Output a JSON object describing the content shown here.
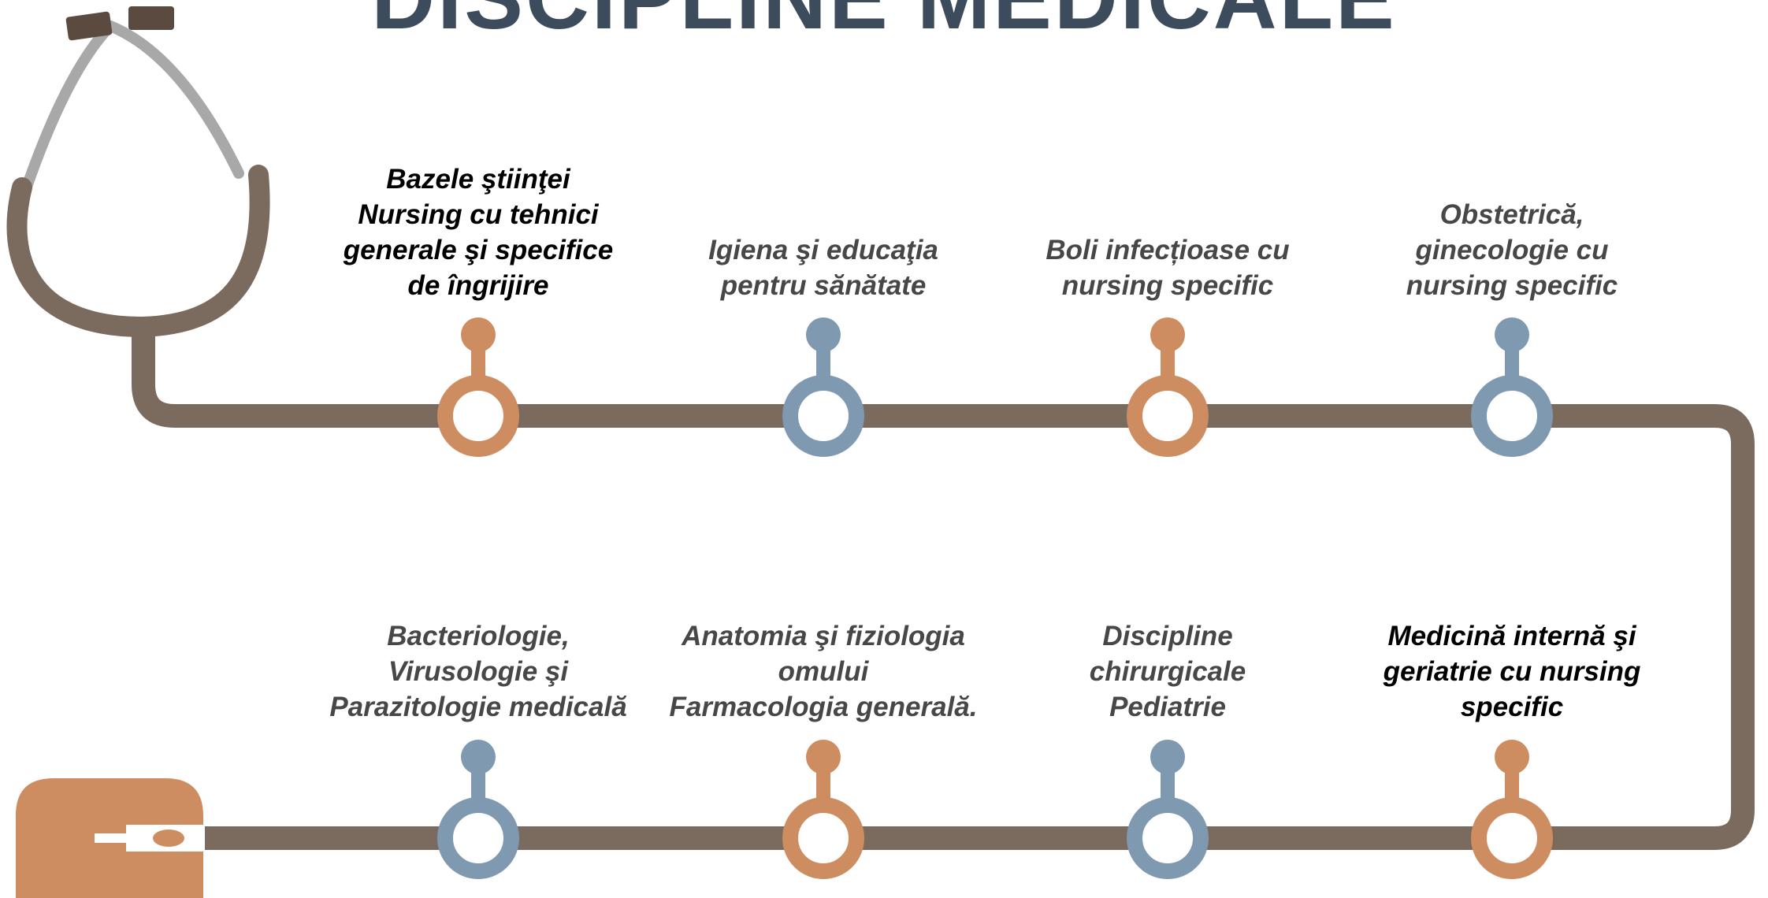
{
  "title": "DISCIPLINE MEDICALE",
  "colors": {
    "title": "#3c4c5c",
    "tube": "#7b6b5f",
    "tube_light": "#a8a8a8",
    "earpiece": "#5a4a40",
    "accent_orange": "#cd8d60",
    "accent_blue": "#7f99b0",
    "label_text": "#474747",
    "label_text_emphasis": "#000000"
  },
  "top_row": [
    {
      "lines": [
        "Bazele ştiinţei",
        "Nursing  cu tehnici",
        "generale şi specifice",
        "de îngrijire"
      ],
      "color": "orange",
      "emphasis": true
    },
    {
      "lines": [
        "Igiena şi educaţia",
        "pentru sănătate"
      ],
      "color": "blue",
      "emphasis": false
    },
    {
      "lines": [
        "Boli infecțioase cu",
        "nursing specific"
      ],
      "color": "orange",
      "emphasis": false
    },
    {
      "lines": [
        "Obstetrică,",
        "ginecologie cu",
        "nursing specific"
      ],
      "color": "blue",
      "emphasis": false
    }
  ],
  "bottom_row": [
    {
      "lines": [
        "Bacteriologie,",
        "Virusologie şi",
        "Parazitologie medicală"
      ],
      "color": "blue",
      "emphasis": false
    },
    {
      "lines": [
        "Anatomia şi fiziologia",
        "omului",
        "Farmacologia generală."
      ],
      "color": "orange",
      "emphasis": false
    },
    {
      "lines": [
        "Discipline",
        "chirurgicale",
        "Pediatrie"
      ],
      "color": "blue",
      "emphasis": false
    },
    {
      "lines": [
        "Medicină internă şi",
        "geriatrie cu nursing",
        "specific"
      ],
      "color": "orange",
      "emphasis": true
    }
  ],
  "icons": {
    "stethoscope": "stethoscope-icon",
    "chest_piece": "chest-piece-icon",
    "timeline_node": "timeline-node-icon"
  }
}
